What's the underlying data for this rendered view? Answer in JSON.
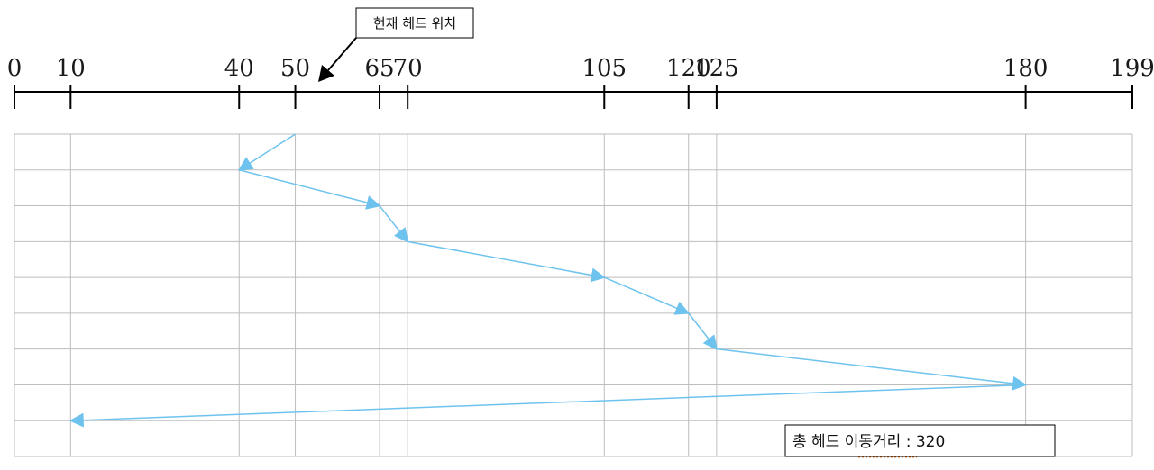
{
  "chart_data": {
    "type": "line",
    "axis_ticks": [
      0,
      10,
      40,
      50,
      65,
      70,
      105,
      120,
      125,
      180,
      199
    ],
    "axis_range": [
      0,
      199
    ],
    "head_sequence": [
      50,
      40,
      65,
      70,
      105,
      120,
      125,
      180,
      10
    ],
    "grid": true,
    "colors": {
      "path": "#6ec3ee",
      "grid": "#bdbdbd",
      "axis": "#000000"
    }
  },
  "callout": {
    "text": "현재 헤드 위치",
    "points_to": 50
  },
  "total": {
    "label": "총 헤드 이동거리 : 320"
  }
}
